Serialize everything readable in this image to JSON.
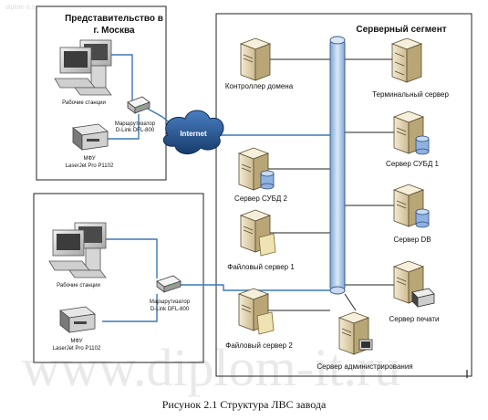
{
  "moscow_box": {
    "title_line1": "Представительство в",
    "title_line2": "г. Москва"
  },
  "server_segment": {
    "title": "Серверный сегмент"
  },
  "internet_label": "Internet",
  "moscow": {
    "workstations": "Рабочие станции",
    "router_line1": "Маршрутизатор",
    "router_line2": "D-Link DFL-800",
    "mfu_line1": "МФУ",
    "mfu_line2": "LaserJet Pro P1102"
  },
  "branch": {
    "workstations": "Рабочие станции",
    "router_line1": "Маршрутизатор",
    "router_line2": "D-Link DFL-800",
    "mfu_line1": "МФУ",
    "mfu_line2": "LaserJet Pro P1102"
  },
  "servers_left": {
    "domain_controller": "Контроллер домена",
    "dbms2": "Сервер СУБД 2",
    "file1": "Файловый сервер 1",
    "file2": "Файловый сервер 2"
  },
  "servers_right": {
    "terminal": "Терминальный сервер",
    "dbms1": "Сервер СУБД 1",
    "db": "Сервер DB",
    "print": "Сервер печати",
    "admin": "Сервер администрирования"
  },
  "caption": "Рисунок 2.1 Структура ЛВС завода",
  "watermark": {
    "big": "www.diplom-it.ru",
    "small": "diplom-it.ru"
  },
  "colors": {
    "link": "#3a78b5",
    "backbone": "#a9c6e8",
    "backbone_edge": "#3d5f8f",
    "cloud": "#1f4f8a",
    "server": "#d9c9a2"
  }
}
